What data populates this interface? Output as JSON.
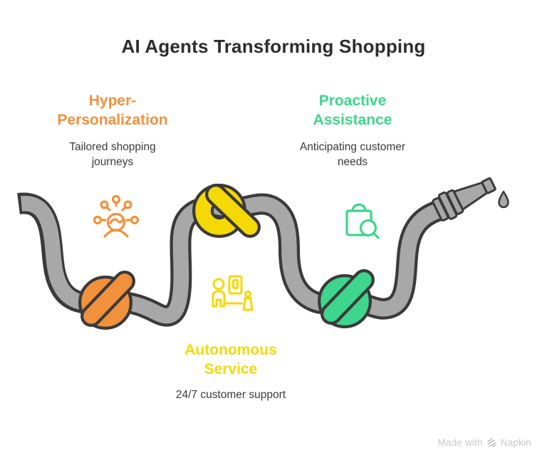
{
  "title": "AI Agents Transforming Shopping",
  "steps": [
    {
      "id": "hyper-personalization",
      "heading_line1": "Hyper-",
      "heading_line2": "Personalization",
      "subtitle": "Tailored shopping journeys",
      "color": "#F2913C",
      "icon": "user-highlight-rays-icon"
    },
    {
      "id": "proactive-assistance",
      "heading_line1": "Proactive",
      "heading_line2": "Assistance",
      "subtitle": "Anticipating customer needs",
      "color": "#3DD68C",
      "icon": "shopping-bag-search-icon"
    },
    {
      "id": "autonomous-service",
      "heading_line1": "Autonomous",
      "heading_line2": "Service",
      "subtitle": "24/7 customer support",
      "color": "#F5D905",
      "icon": "customer-service-desk-icon"
    }
  ],
  "watermark": {
    "prefix": "Made with",
    "brand": "Napkin"
  },
  "colors": {
    "background": "#FFFFFF",
    "title_text": "#2D2D2D",
    "subtitle_text": "#3A3A3A",
    "orange": "#F2913C",
    "yellow": "#F5D905",
    "green": "#3DD68C",
    "hose_fill": "#A8A8A8",
    "hose_outline": "#3A3A3A",
    "watermark": "#C8C8CC"
  }
}
